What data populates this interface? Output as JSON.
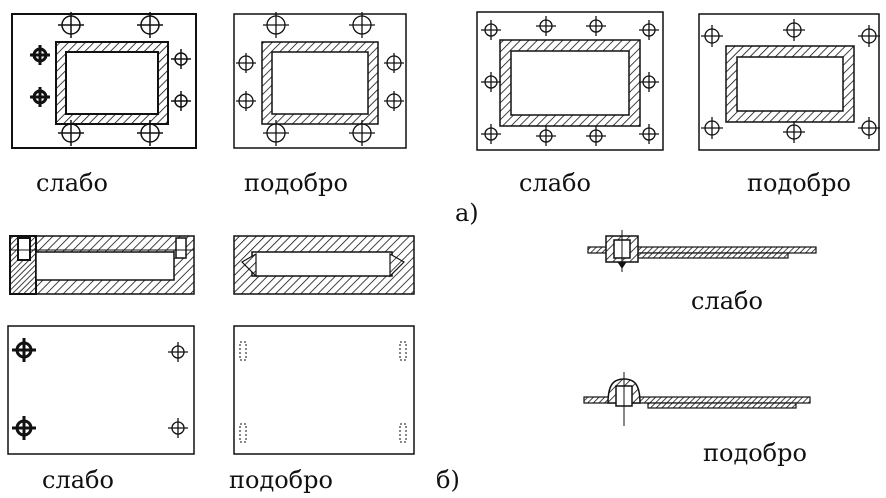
{
  "labels": {
    "a_left_weak": "слабо",
    "a_left_better": "подобро",
    "a_right_weak": "слабо",
    "a_right_better": "подобро",
    "part_a": "а)",
    "b_weak": "слабо",
    "b_better": "подобро",
    "part_b": "б)",
    "b_right_weak": "слабо",
    "b_right_better": "подобро"
  },
  "colors": {
    "line": "#111111",
    "background": "#ffffff"
  }
}
